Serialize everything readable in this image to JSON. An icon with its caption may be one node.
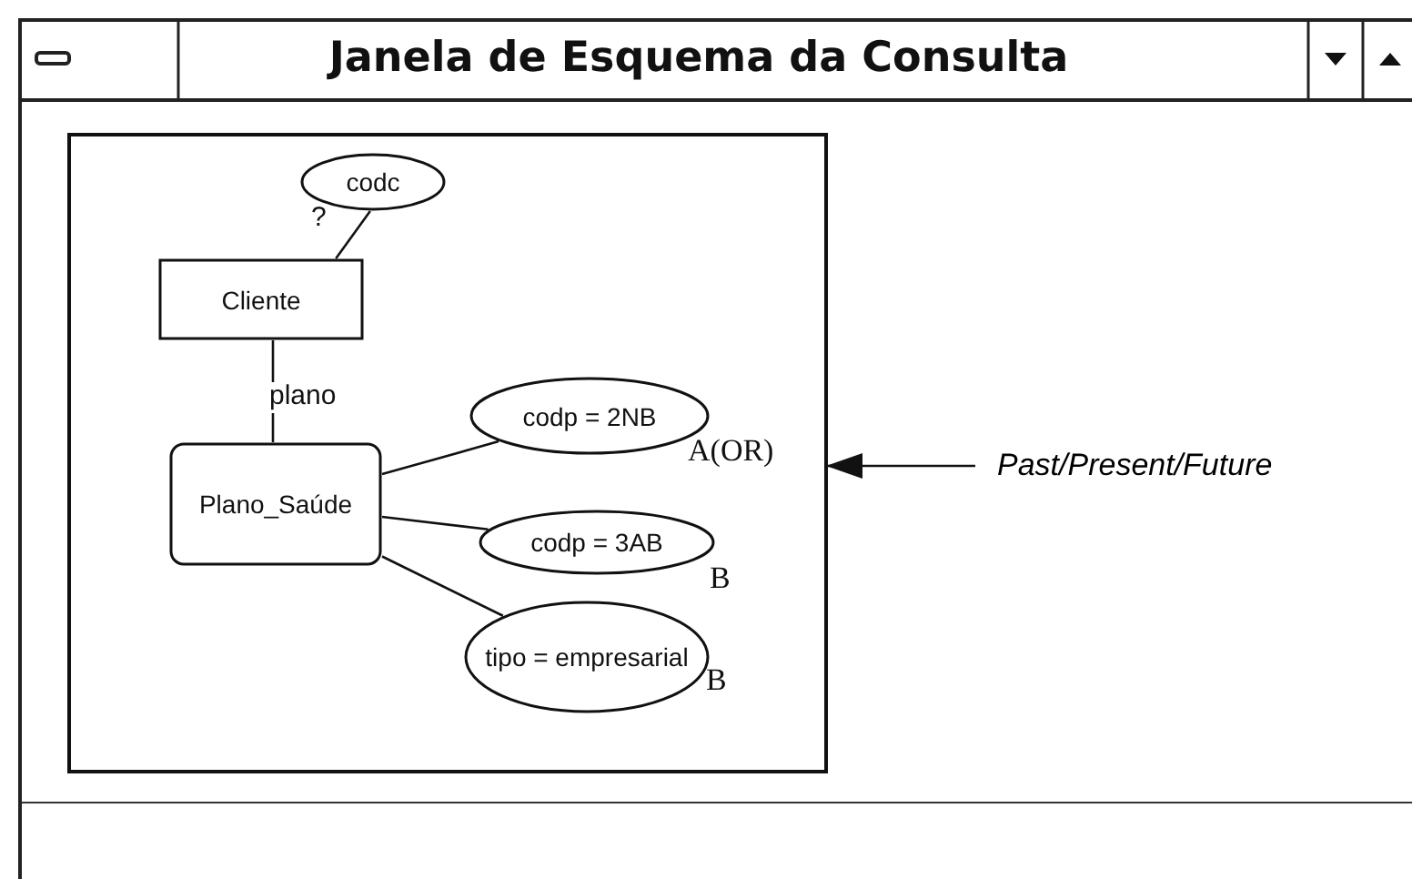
{
  "diagram": {
    "title": "Janela de Esquema da Consulta",
    "nodes": [
      {
        "text": [],
        "shape": "box"
      },
      {
        "text": [
          "codc"
        ],
        "in": 0
      },
      {
        "text": [
          "Cliente"
        ],
        "in": 0
      },
      {
        "text": [
          "Plano_Saúde"
        ],
        "in": 0
      },
      {
        "text": [
          "codp = 2NB"
        ],
        "in": 0,
        "beside": [
          "A(OR)"
        ]
      },
      {
        "text": [
          "codp = 3AB"
        ],
        "in": 0,
        "beside": [
          "B"
        ]
      },
      {
        "text": [
          "tipo = empresarial"
        ],
        "in": 0,
        "beside": [
          "B"
        ]
      },
      {
        "text": [
          "Past/Present/Future"
        ]
      }
    ],
    "edges": [
      {
        "from": 1,
        "to": 2,
        "arrow": "none",
        "label": "?"
      },
      {
        "from": 2,
        "to": 3,
        "arrow": "none",
        "label": "plano"
      },
      {
        "from": 3,
        "to": 4,
        "arrow": "none"
      },
      {
        "from": 3,
        "to": 5,
        "arrow": "none"
      },
      {
        "from": 3,
        "to": 6,
        "arrow": "none"
      },
      {
        "from": 7,
        "to": 0,
        "arrow": "to"
      }
    ]
  }
}
